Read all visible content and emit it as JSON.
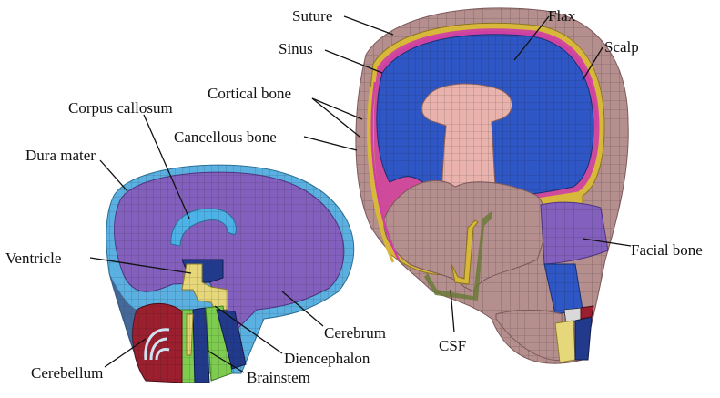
{
  "colors": {
    "scalp": "#b58e8e",
    "scalp_dark": "#7d5a5a",
    "cerebrum": "#8360bd",
    "cerebrum_light": "#9573cf",
    "flax_blue": "#2e56c4",
    "dura_blue": "#5ab0e0",
    "corpus": "#4cb2e8",
    "ventricle": "#e6d77a",
    "brainstem_green": "#7dcb4f",
    "cerebellum_red": "#9b1f2e",
    "dark_blue": "#223a8c",
    "falx_pink": "#e9b2ac",
    "suture_yellow": "#d8b83a",
    "sinus_magenta": "#cf3fa5",
    "mesh_line": "#1a1a1a"
  },
  "labels": {
    "suture": "Suture",
    "flax": "Flax",
    "sinus": "Sinus",
    "scalp": "Scalp",
    "cortical_bone": "Cortical bone",
    "corpus_callosum": "Corpus callosum",
    "cancellous_bone": "Cancellous bone",
    "dura_mater": "Dura mater",
    "ventricle": "Ventricle",
    "facial_bone": "Facial bone",
    "cerebrum": "Cerebrum",
    "csf": "CSF",
    "diencephalon": "Diencephalon",
    "cerebellum": "Cerebellum",
    "brainstem": "Brainstem"
  }
}
